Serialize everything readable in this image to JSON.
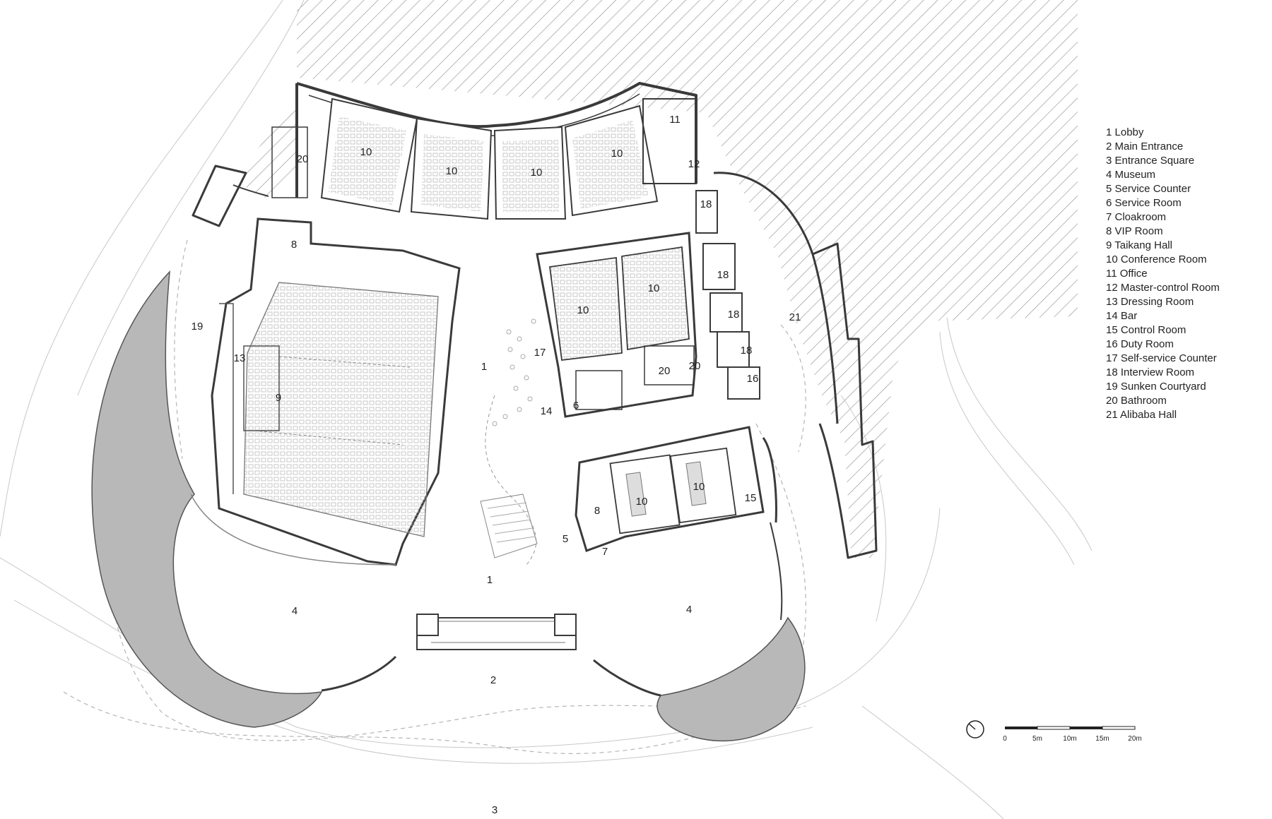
{
  "labels": {
    "l1a": "1",
    "l1b": "1",
    "l2": "2",
    "l3": "3",
    "l4a": "4",
    "l4b": "4",
    "l5": "5",
    "l6": "6",
    "l7": "7",
    "l8a": "8",
    "l8b": "8",
    "l9": "9",
    "l10a": "10",
    "l10b": "10",
    "l10c": "10",
    "l10d": "10",
    "l10e": "10",
    "l10f": "10",
    "l10g": "10",
    "l10h": "10",
    "l11": "11",
    "l12": "12",
    "l13": "13",
    "l14": "14",
    "l15": "15",
    "l16": "16",
    "l17": "17",
    "l18a": "18",
    "l18b": "18",
    "l18c": "18",
    "l18d": "18",
    "l19": "19",
    "l20a": "20",
    "l20b": "20",
    "l20c": "20",
    "l21": "21"
  },
  "legend": [
    "1 Lobby",
    "2 Main Entrance",
    "3 Entrance Square",
    "4 Museum",
    "5 Service Counter",
    "6 Service Room",
    "7 Cloakroom",
    "8 VIP Room",
    "9 Taikang Hall",
    "10 Conference Room",
    "11 Office",
    "12 Master-control Room",
    "13 Dressing Room",
    "14 Bar",
    "15 Control Room",
    "16 Duty Room",
    "17 Self-service Counter",
    "18 Interview Room",
    "19 Sunken Courtyard",
    "20 Bathroom",
    "21 Alibaba Hall"
  ],
  "scale_bar": {
    "ticks": [
      "0",
      "5m",
      "10m",
      "15m",
      "20m"
    ]
  },
  "icons": {
    "north": "north-arrow-icon"
  },
  "colors": {
    "wall": "#3a3a3a",
    "court": "#b8b8b8",
    "hatch": "#9a9a9a",
    "line": "#bdbdbd"
  }
}
